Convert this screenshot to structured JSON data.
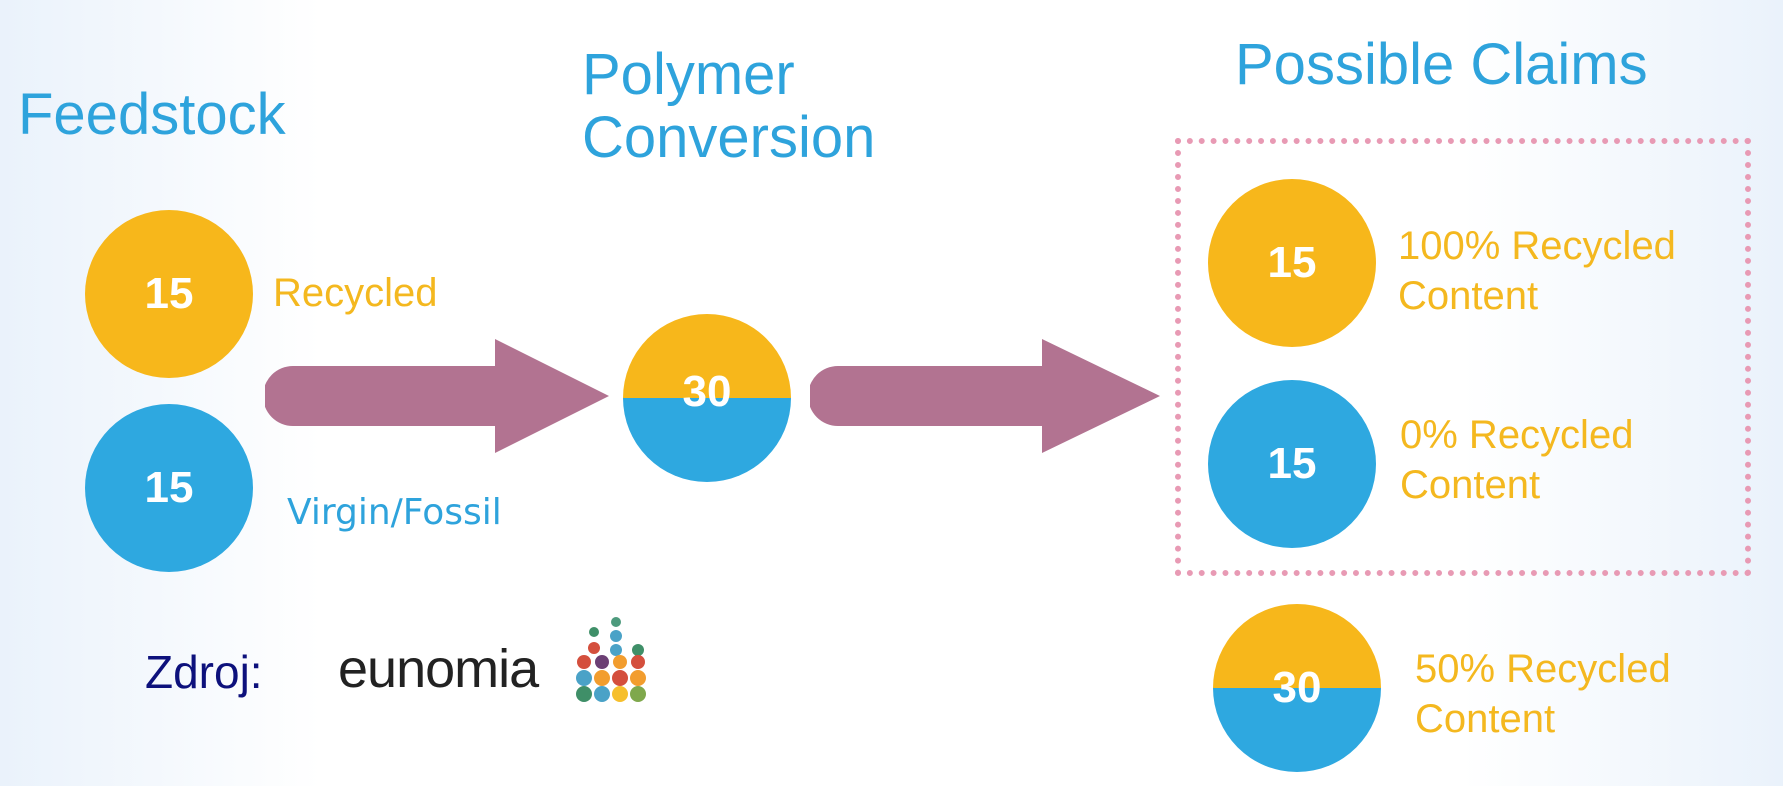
{
  "headings": {
    "feedstock": "Feedstock",
    "polymer_conversion": "Polymer\nConversion",
    "possible_claims": "Possible Claims"
  },
  "feedstock": {
    "recycled": {
      "value": "15",
      "label": "Recycled"
    },
    "virgin": {
      "value": "15",
      "label": "Virgin/Fossil"
    }
  },
  "conversion": {
    "value": "30"
  },
  "claims": {
    "recycled_100": {
      "value": "15",
      "label": "100% Recycled\nContent"
    },
    "recycled_0": {
      "value": "15",
      "label": "0% Recycled\nContent"
    },
    "recycled_50": {
      "value": "30",
      "label": "50% Recycled\nContent"
    }
  },
  "source": {
    "label": "Zdroj:",
    "logo_text": "eunomia"
  },
  "colors": {
    "heading_blue": "#2ea3dc",
    "recycled_yellow": "#f7b71b",
    "virgin_blue": "#2ea8e0",
    "arrow_mauve": "#b27391",
    "dotted_border": "#e89ab4",
    "source_text": "#0d117c"
  }
}
